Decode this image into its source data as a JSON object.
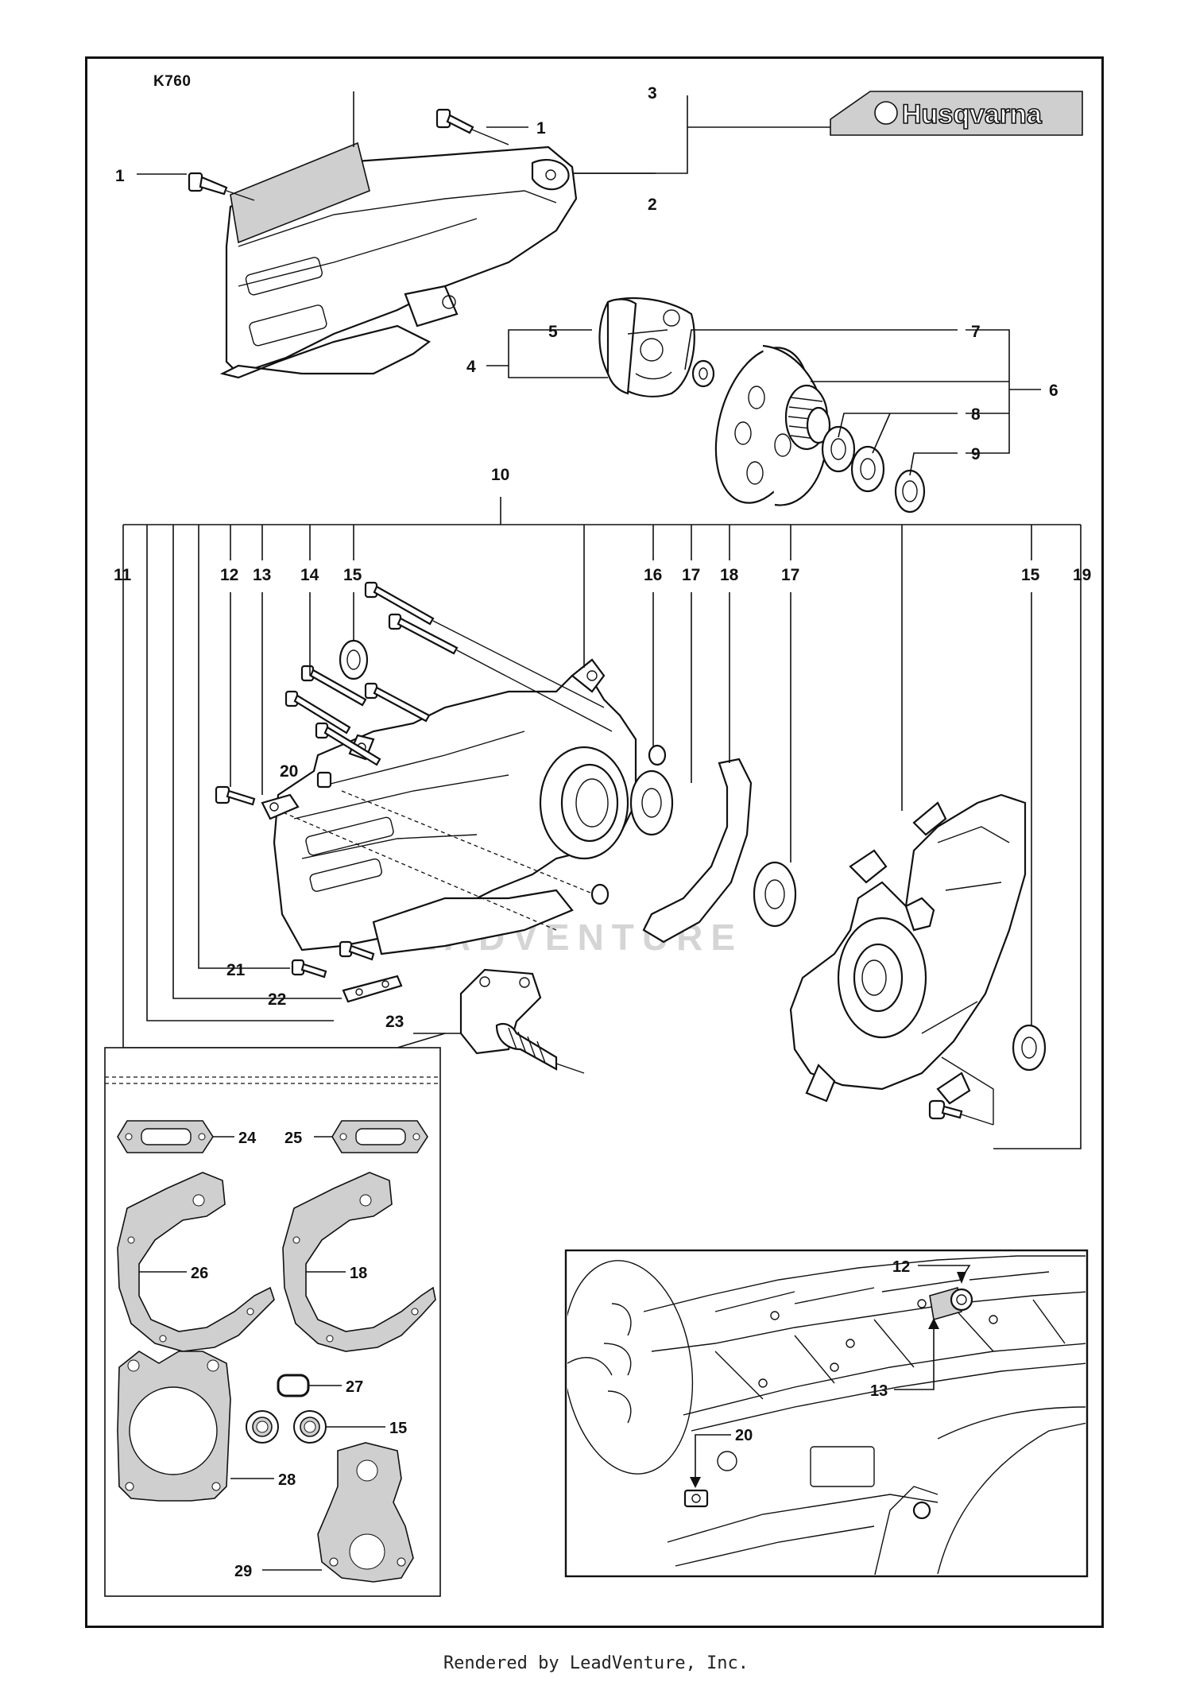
{
  "model": "K760",
  "brand": "Husqvarna",
  "watermark": "LEADVENTURE",
  "footer": "Rendered by LeadVenture, Inc.",
  "callouts": {
    "c1a": "1",
    "c1b": "1",
    "c2": "2",
    "c3": "3",
    "c4": "4",
    "c5": "5",
    "c6": "6",
    "c7": "7",
    "c8": "8",
    "c9": "9",
    "c10": "10",
    "c11": "11",
    "c12": "12",
    "c13": "13",
    "c14": "14",
    "c15a": "15",
    "c16": "16",
    "c17a": "17",
    "c18": "18",
    "c17b": "17",
    "c15b": "15",
    "c19": "19",
    "c20": "20",
    "c21": "21",
    "c22": "22",
    "c23": "23",
    "k24": "24",
    "k25": "25",
    "k26": "26",
    "k18": "18",
    "k27": "27",
    "k15": "15",
    "k28": "28",
    "k29": "29",
    "d12": "12",
    "d13": "13",
    "d20": "20"
  }
}
